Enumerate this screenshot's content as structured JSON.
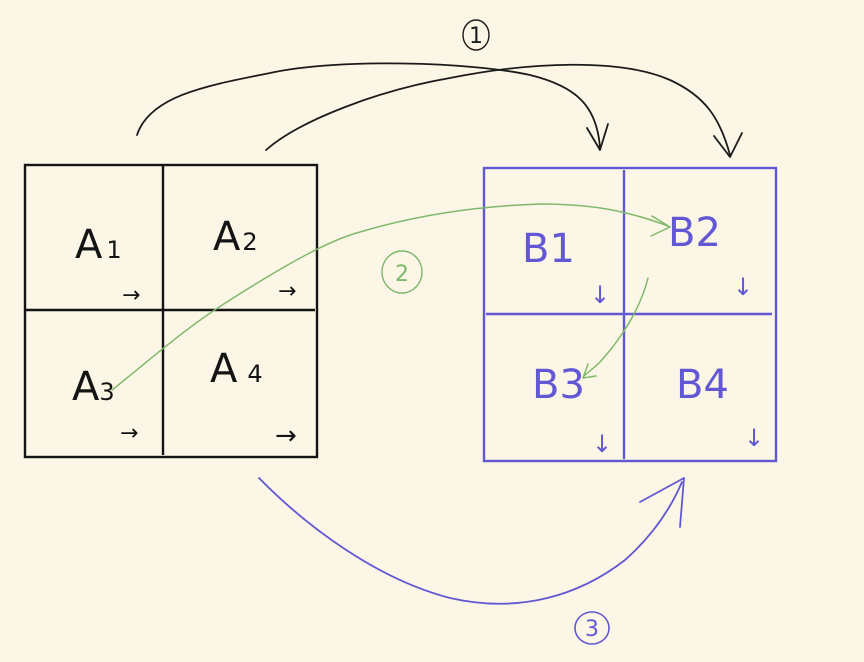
{
  "colors": {
    "background": "#fbf6e5",
    "matrix_a": "#141414",
    "matrix_b": "#6258d4",
    "step1": "#1b1b1b",
    "step2": "#7fb86b",
    "step3": "#6258d4"
  },
  "matrix_a": {
    "cells": [
      {
        "letter": "A",
        "sub": "1"
      },
      {
        "letter": "A",
        "sub": "2"
      },
      {
        "letter": "A",
        "sub": "3"
      },
      {
        "letter": "A",
        "sub": "4"
      }
    ],
    "arrow_glyph": "→"
  },
  "matrix_b": {
    "cells": [
      {
        "label": "B1"
      },
      {
        "label": "B2"
      },
      {
        "label": "B3"
      },
      {
        "label": "B4"
      }
    ],
    "arrow_glyph": "↓"
  },
  "steps": [
    {
      "label": "1"
    },
    {
      "label": "2"
    },
    {
      "label": "3"
    }
  ]
}
